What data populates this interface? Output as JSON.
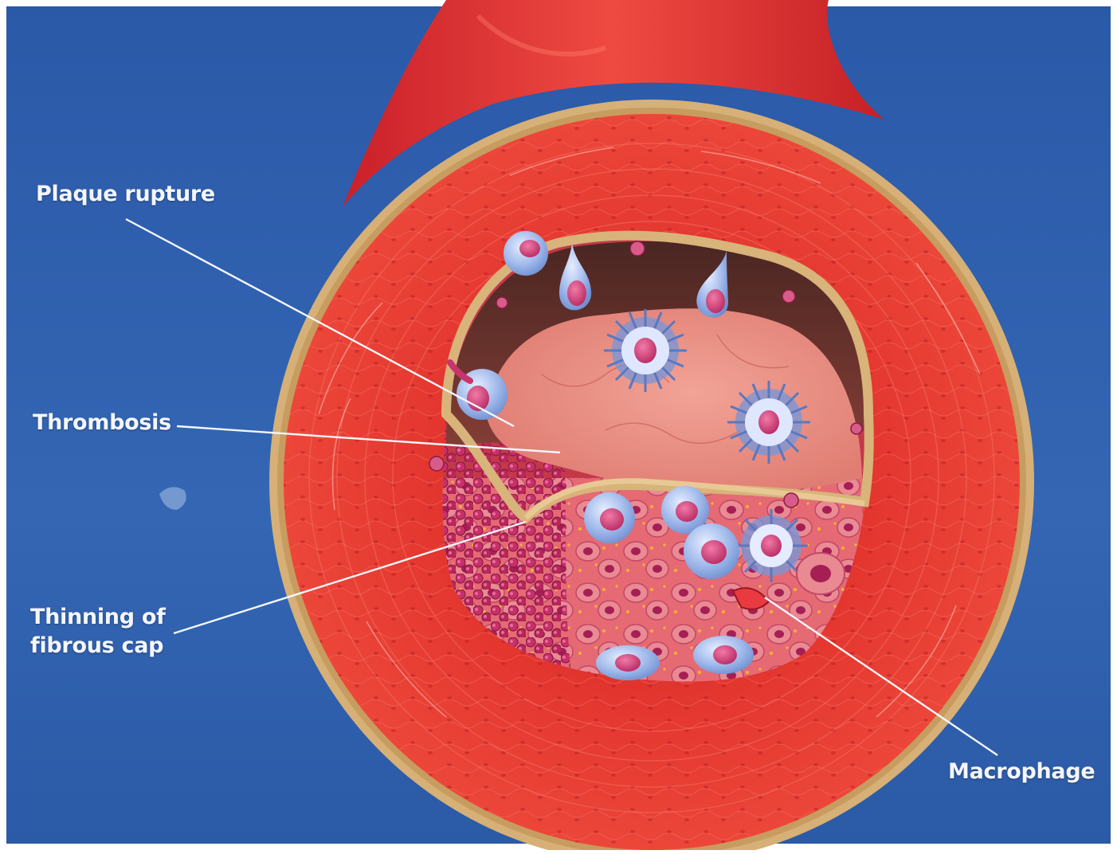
{
  "labels": {
    "plaque_rupture": "Plaque rupture",
    "thrombosis": "Thrombosis",
    "thinning_line1": "Thinning of",
    "thinning_line2": "fibrous cap",
    "macrophage": "Macrophage"
  },
  "colors": {
    "background": "#2f5fae",
    "vessel_wall": "#e4312d",
    "adventitia_rim": "#d8b37a",
    "plaque": "#e98a80",
    "thrombus_cells": "#b8265a",
    "macrophage_cells": "#9db7e8",
    "callout_text": "#f4f6fb",
    "leader_line": "#f4f6fb"
  }
}
